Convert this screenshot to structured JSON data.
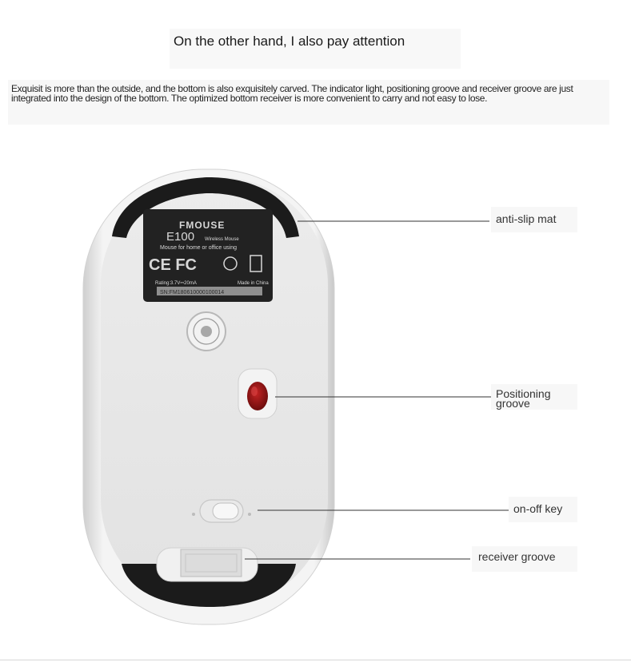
{
  "heading": "On the other hand, I also pay attention",
  "description": "Exquisit is more than the outside, and the bottom is also exquisitely carved. The indicator light, positioning groove and receiver groove are just integrated into the design of the bottom. The optimized bottom receiver is more convenient to carry and not easy to lose.",
  "product_label": {
    "brand": "FMOUSE",
    "model": "E100",
    "type": "Wireless Mouse",
    "use": "Mouse for home or office using",
    "certs": "CE FC",
    "rating": "Rating:3.7V⎓20mA",
    "origin": "Made in China",
    "serial": "SN:FM180610000100014"
  },
  "callouts": [
    {
      "id": "anti-slip-mat",
      "text": "anti-slip mat"
    },
    {
      "id": "positioning-groove",
      "line1": "Positioning",
      "line2": "groove"
    },
    {
      "id": "on-off-key",
      "text": "on-off key"
    },
    {
      "id": "receiver-groove",
      "text": "receiver groove"
    }
  ],
  "colors": {
    "mouse_body": "#e6e6e6",
    "pads": "#1b1b1b",
    "sensor": "#9a1616",
    "label_bg": "#222222"
  }
}
